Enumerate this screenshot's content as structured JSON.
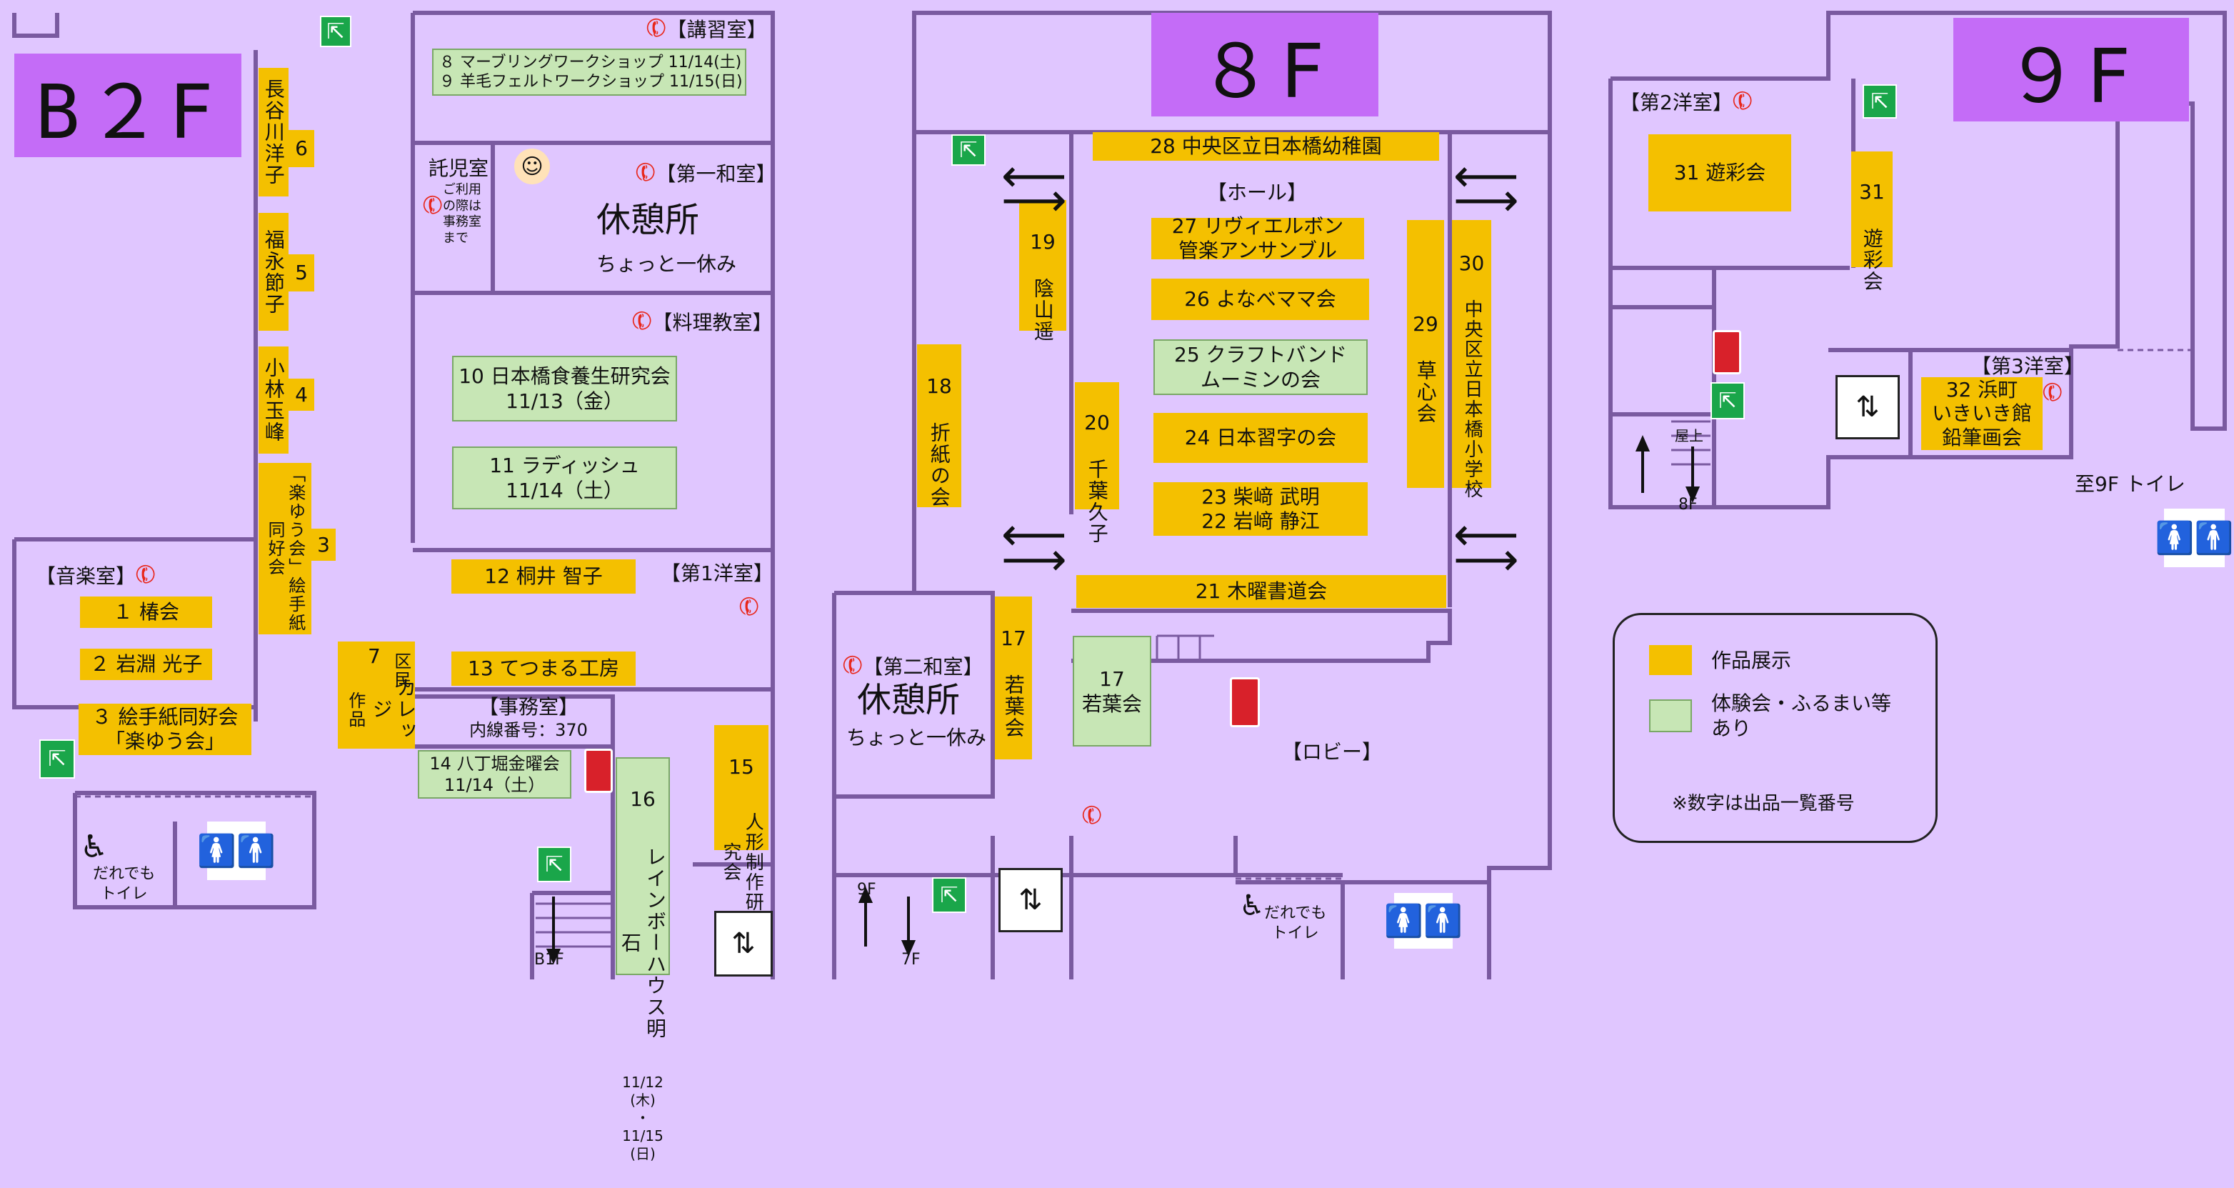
{
  "floors": {
    "b2f": "B２F",
    "f8": "８F",
    "f9": "９F"
  },
  "colors": {
    "background": "#e0c6ff",
    "floor_label": "#c46cf7",
    "exhibit": "#f4c000",
    "experience": "#c7e6b5",
    "wall": "#7a5aa0"
  },
  "b2f": {
    "rooms": {
      "koushu": "【講習室】",
      "takuji": "託児室",
      "takuji_note": "ご利用の際は\n事務室まで",
      "daiichi_washitsu": "【第一和室】",
      "kyukei": "休憩所",
      "kyukei_sub": "ちょっと一休み",
      "ryori": "【料理教室】",
      "ongaku": "【音楽室】",
      "daiichi_yoshitsu": "【第1洋室】",
      "jimu": "【事務室】",
      "jimu_ext": "内線番号：370",
      "toilet": "だれでも\nトイレ",
      "stairs": "B1F"
    },
    "exhibits": [
      {
        "name": "label-6",
        "text": "6"
      },
      {
        "name": "yamakawa",
        "text": "長谷川洋子"
      },
      {
        "name": "label-5",
        "text": "5"
      },
      {
        "name": "fukunaga",
        "text": "福永節子"
      },
      {
        "name": "label-4",
        "text": "4"
      },
      {
        "name": "kobayashi",
        "text": "小林玉峰"
      },
      {
        "name": "label-3",
        "text": "3"
      },
      {
        "name": "etegami",
        "text": "「楽ゆう会」絵手紙同好会"
      },
      {
        "name": "tsubaki",
        "text": "１ 椿会"
      },
      {
        "name": "iwabuchi",
        "text": "２ 岩淵 光子"
      },
      {
        "name": "etegami-3",
        "text": "３ 絵手紙同好会\n「楽ゆう会」"
      },
      {
        "name": "kirii",
        "text": "12 桐井 智子"
      },
      {
        "name": "tetsumaru",
        "text": "13 てつまる工房"
      },
      {
        "name": "college-num",
        "text": "7"
      },
      {
        "name": "college",
        "text": "カレッジ"
      },
      {
        "name": "kumin",
        "text": "区民"
      },
      {
        "name": "sakuhin",
        "text": "作品"
      },
      {
        "name": "ningyo-num",
        "text": "15"
      },
      {
        "name": "ningyo",
        "text": "人形制作研究会"
      }
    ],
    "workshops": [
      {
        "name": "marbling",
        "text": "８ マーブリングワークショップ 11/14(土)\n９ 羊毛フェルトワークショップ 11/15(日)"
      },
      {
        "name": "nihonbashi-shoku",
        "text": "10 日本橋食養生研究会\n11/13（金）"
      },
      {
        "name": "radish",
        "text": "11 ラディッシュ\n11/14（土）"
      },
      {
        "name": "hatchobori",
        "text": "14 八丁堀金曜会\n11/14（土）"
      },
      {
        "name": "rainbow-num",
        "text": "16"
      },
      {
        "name": "rainbow",
        "text": "レインボーハウス明石"
      },
      {
        "name": "rainbow-date",
        "text": "11/12\n(木)\n・\n11/15\n(日)"
      }
    ]
  },
  "f8": {
    "rooms": {
      "hall": "【ホール】",
      "dai2_washitsu": "【第二和室】",
      "kyukei": "休憩所",
      "kyukei_sub": "ちょっと一休み",
      "lobby": "【ロビー】",
      "toilet": "だれでも\nトイレ",
      "up": "9F",
      "down": "7F"
    },
    "exhibits": [
      {
        "name": "youchien",
        "text": "28 中央区立日本橋幼稚園"
      },
      {
        "name": "revelbon",
        "text": "27 リヴィエルボン\n管楽アンサンブル"
      },
      {
        "name": "yonabe",
        "text": "26 よなべママ会"
      },
      {
        "name": "nihon-shuji",
        "text": "24 日本習字の会"
      },
      {
        "name": "shibazaki",
        "text": "23 柴﨑 武明\n22 岩﨑 静江"
      },
      {
        "name": "mokuyo",
        "text": "21 木曜書道会"
      },
      {
        "name": "kageyama-num",
        "text": "19"
      },
      {
        "name": "kageyama",
        "text": "陰山遥"
      },
      {
        "name": "chiba-num",
        "text": "20"
      },
      {
        "name": "chiba",
        "text": "千葉久子"
      },
      {
        "name": "origami-num",
        "text": "18"
      },
      {
        "name": "origami",
        "text": "折紙の会"
      },
      {
        "name": "soshin-num",
        "text": "29"
      },
      {
        "name": "soshin",
        "text": "草心会"
      },
      {
        "name": "shogakko-num",
        "text": "30"
      },
      {
        "name": "shogakko",
        "text": "中央区立日本橋小学校"
      },
      {
        "name": "wakaba-num",
        "text": "17"
      },
      {
        "name": "wakaba",
        "text": "若葉会"
      }
    ],
    "workshops": [
      {
        "name": "craft",
        "text": "25 クラフトバンド\nムーミンの会"
      },
      {
        "name": "wakaba-g",
        "text": "17\n若葉会"
      }
    ]
  },
  "f9": {
    "rooms": {
      "dai2_yoshitsu": "【第2洋室】",
      "dai3_yoshitsu": "【第3洋室】",
      "toilet_note": "至9F トイレ",
      "okujo": "屋上",
      "down": "8F"
    },
    "exhibits": [
      {
        "name": "yusai",
        "text": "31 遊彩会"
      },
      {
        "name": "yusai-num",
        "text": "31"
      },
      {
        "name": "yusai-v",
        "text": "遊彩会"
      },
      {
        "name": "hamacho",
        "text": "32 浜町\nいきいき館\n鉛筆画会"
      }
    ]
  },
  "legend": {
    "exhibit": "作品展示",
    "experience": "体験会・ふるまい等\nあり",
    "note": "※数字は出品一覧番号"
  },
  "icons": {
    "exit": "emergency-exit-icon",
    "elevator": "elevator-icon",
    "vending": "vending-machine-icon",
    "toilet": "restroom-icon",
    "wheelchair": "wheelchair-icon",
    "phone": "phone-icon"
  }
}
